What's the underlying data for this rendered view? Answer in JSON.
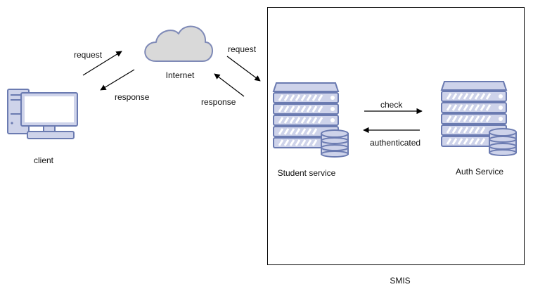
{
  "diagram": {
    "nodes": {
      "client": {
        "label": "client",
        "icon": "desktop-computer-icon"
      },
      "internet": {
        "label": "Internet",
        "icon": "cloud-icon"
      },
      "student_service": {
        "label": "Student service",
        "icon": "server-database-icon"
      },
      "auth_service": {
        "label": "Auth Service",
        "icon": "server-database-icon"
      }
    },
    "group": {
      "label": "SMIS"
    },
    "edges": {
      "client_to_internet": "request",
      "internet_to_client": "response",
      "internet_to_smis": "request",
      "smis_to_internet": "response",
      "student_to_auth": "check",
      "auth_to_student": "authenticated"
    },
    "colors": {
      "icon_fill": "#ced3ea",
      "icon_stroke": "#6b7bb1",
      "cloud_fill": "#d9d9d9",
      "cloud_stroke": "#7f8ab7"
    }
  }
}
